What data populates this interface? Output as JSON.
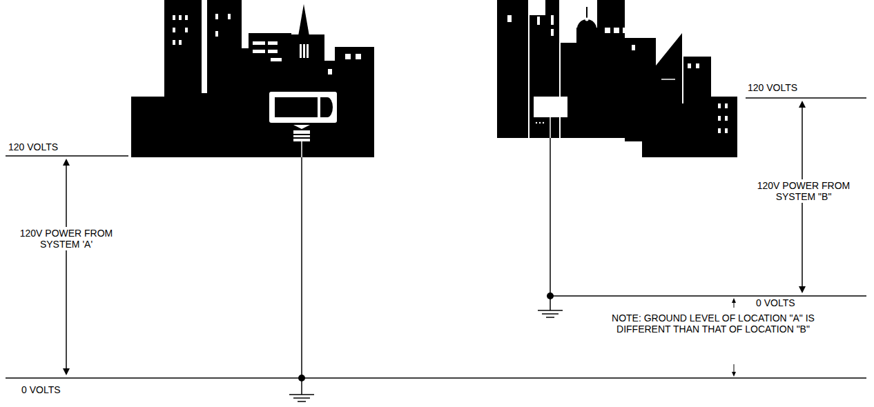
{
  "diagram": {
    "labels": [
      "120 VOLTS",
      "120V POWER FROM SYSTEM 'A'",
      "0 VOLTS",
      "120 VOLTS",
      "120V POWER FROM SYSTEM \"B\"",
      "0 VOLTS",
      "NOTE: GROUND LEVEL OF LOCATION \"A\" IS DIFFERENT THAN THAT OF LOCATION \"B\""
    ]
  }
}
